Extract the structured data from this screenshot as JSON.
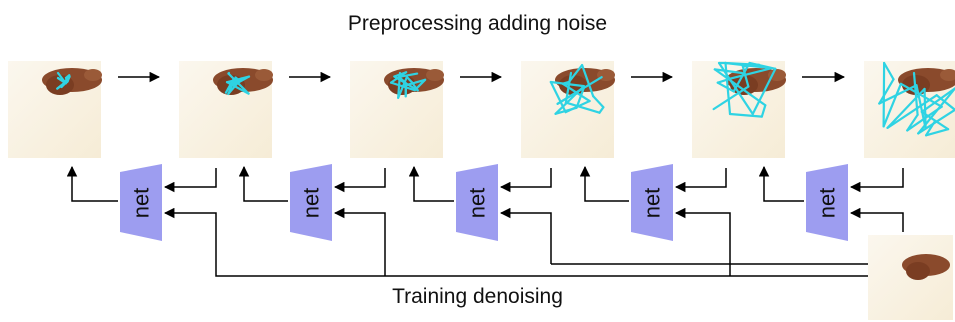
{
  "top_title": "Preprocessing adding noise",
  "bottom_title": "Training  denoising",
  "net_label": "net",
  "colors": {
    "net_fill": "#9d9df0",
    "skeleton": "#2fd3e3",
    "hand": "#8a4a2c",
    "image_bg": "#f8f1e2",
    "line": "#000000"
  }
}
